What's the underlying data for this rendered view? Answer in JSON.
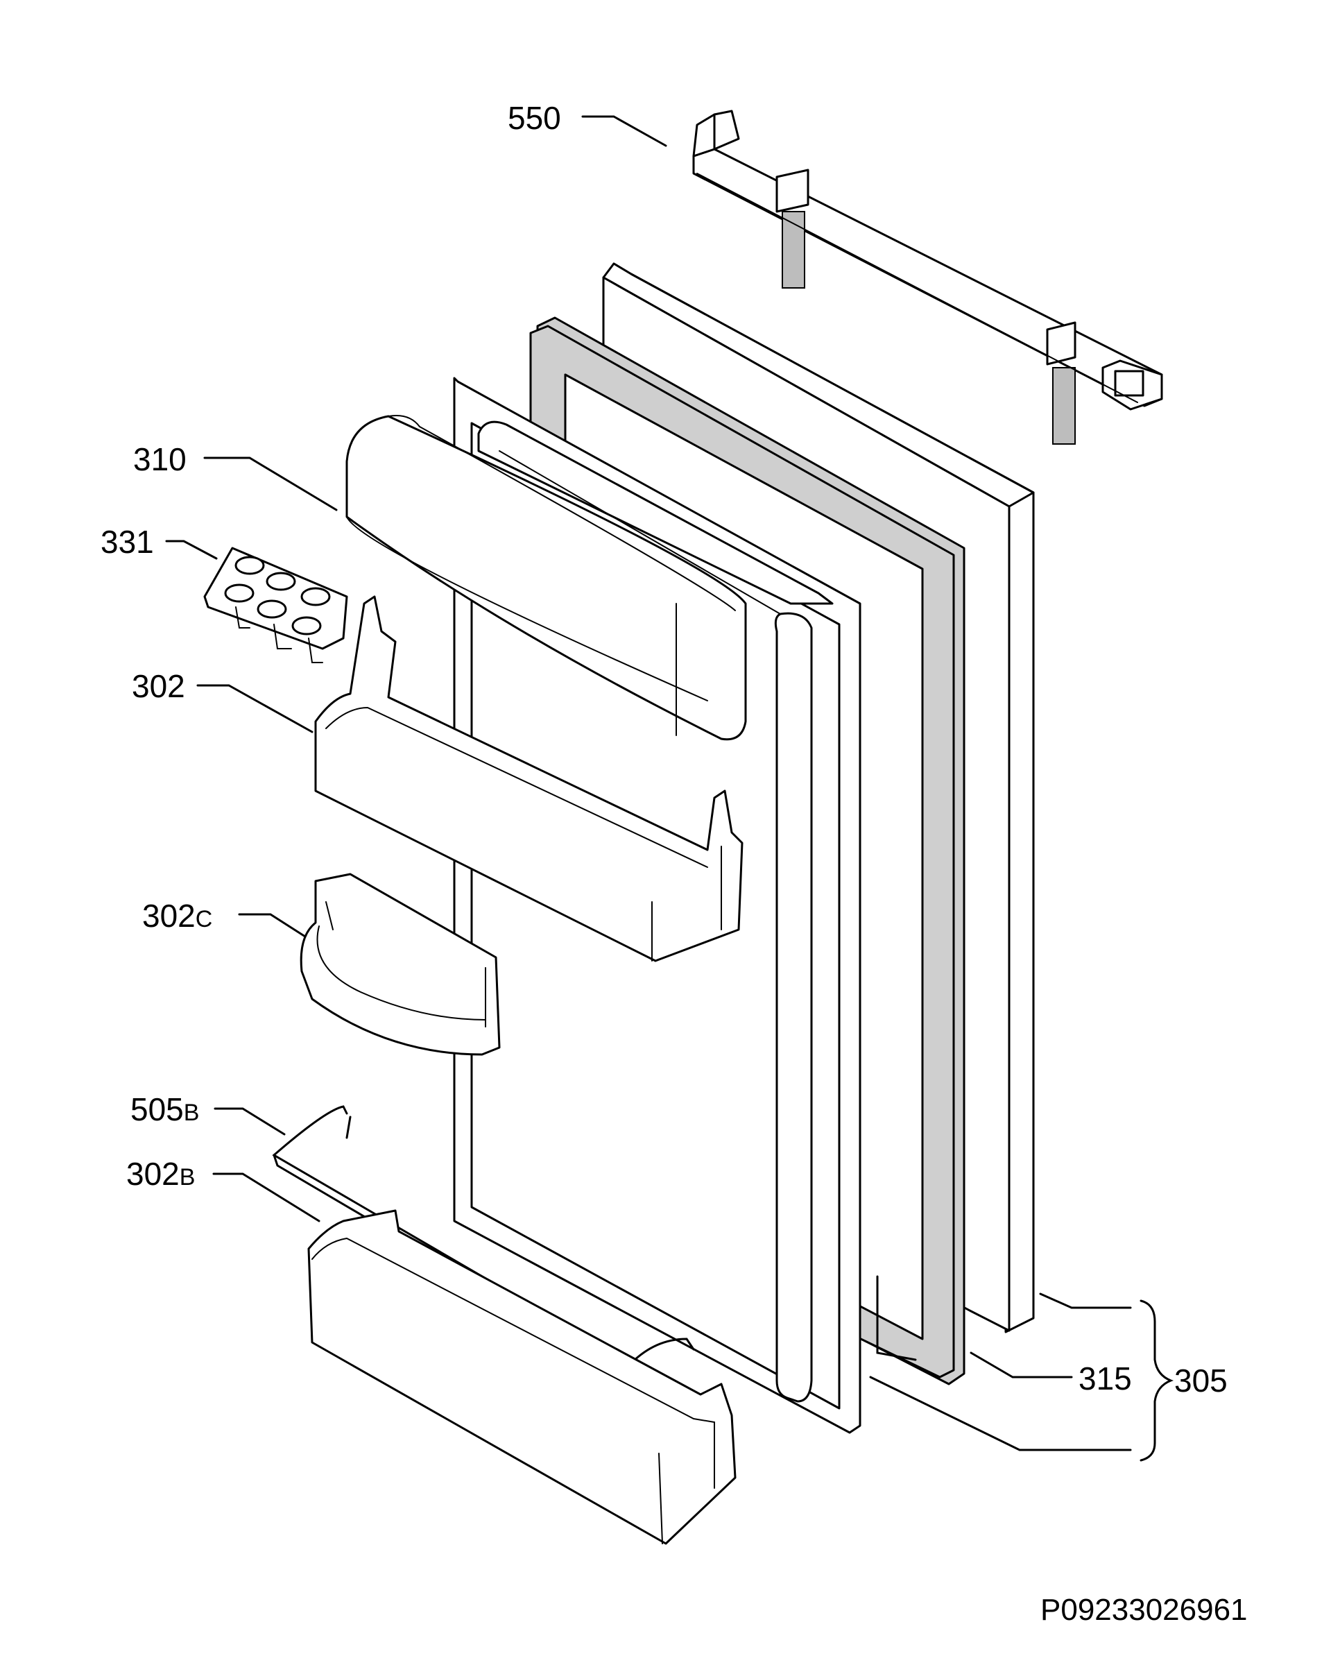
{
  "parts": [
    {
      "id": "p550",
      "number": "550",
      "suffix": ""
    },
    {
      "id": "p310",
      "number": "310",
      "suffix": ""
    },
    {
      "id": "p331",
      "number": "331",
      "suffix": ""
    },
    {
      "id": "p302",
      "number": "302",
      "suffix": ""
    },
    {
      "id": "p302c",
      "number": "302",
      "suffix": "C"
    },
    {
      "id": "p505b",
      "number": "505",
      "suffix": "B"
    },
    {
      "id": "p302b",
      "number": "302",
      "suffix": "B"
    },
    {
      "id": "p315",
      "number": "315",
      "suffix": ""
    },
    {
      "id": "p305",
      "number": "305",
      "suffix": ""
    }
  ],
  "drawing_code": "P09233026961"
}
